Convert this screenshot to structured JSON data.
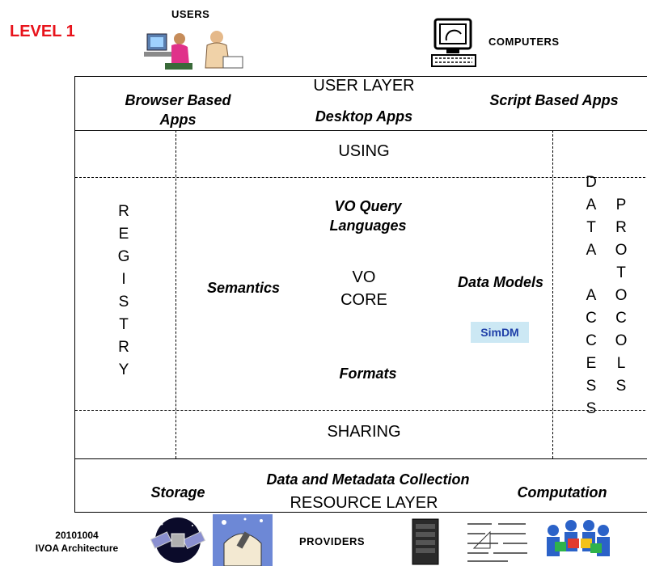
{
  "header": {
    "level": "LEVEL 1",
    "users": "USERS",
    "computers": "COMPUTERS"
  },
  "user_layer": {
    "title": "USER LAYER",
    "browser": "Browser Based Apps",
    "desktop": "Desktop Apps",
    "script": "Script Based Apps"
  },
  "using": "USING",
  "registry": [
    "R",
    "E",
    "G",
    "I",
    "S",
    "T",
    "R",
    "Y"
  ],
  "core": {
    "query": "VO Query Languages",
    "semantics": "Semantics",
    "vo": "VO",
    "core": "CORE",
    "data_models": "Data Models",
    "simdm": "SimDM",
    "formats": "Formats"
  },
  "data_access": [
    "D",
    "A",
    "T",
    "A",
    "",
    "A",
    "C",
    "C",
    "E",
    "S",
    "S"
  ],
  "protocols": [
    "P",
    "R",
    "O",
    "T",
    "O",
    "C",
    "O",
    "L",
    "S"
  ],
  "sharing": "SHARING",
  "resource_layer": {
    "collection": "Data and Metadata Collection",
    "storage": "Storage",
    "computation": "Computation",
    "title": "RESOURCE LAYER"
  },
  "footer": {
    "date": "20101004",
    "doc": "IVOA Architecture",
    "providers": "PROVIDERS"
  },
  "colors": {
    "level": "#e8131b",
    "simdm_bg": "#cce8f4",
    "simdm_text": "#1f3fa8"
  }
}
